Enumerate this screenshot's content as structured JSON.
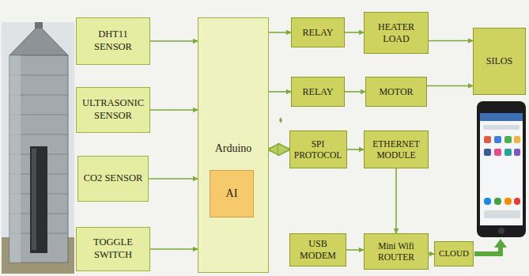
{
  "diagram": {
    "nodes": [
      {
        "text": [
          "DHT11 SENSOR"
        ]
      },
      {
        "text": [
          "ULTRASONIC SENSOR"
        ]
      },
      {
        "text": [
          "CO2 SENSOR"
        ]
      },
      {
        "text": [
          "TOGGLE SWITCH"
        ]
      },
      {
        "text": [
          "Arduino"
        ]
      },
      {
        "text": [
          "AI"
        ],
        "in": 4
      },
      {
        "text": [
          "RELAY"
        ]
      },
      {
        "text": [
          "HEATER LOAD"
        ]
      },
      {
        "text": [
          "SILOS"
        ]
      },
      {
        "text": [
          "RELAY"
        ]
      },
      {
        "text": [
          "MOTOR"
        ]
      },
      {
        "text": [
          "SPI PROTOCOL"
        ]
      },
      {
        "text": [
          "ETHERNET MODULE"
        ]
      },
      {
        "text": [
          "USB MODEM"
        ]
      },
      {
        "text": [
          "Mini Wifi ROUTER"
        ]
      },
      {
        "text": [
          "CLOUD"
        ]
      }
    ],
    "edges": [
      {
        "from": 0,
        "to": 4,
        "arrow": "to"
      },
      {
        "from": 1,
        "to": 4,
        "arrow": "to"
      },
      {
        "from": 2,
        "to": 4,
        "arrow": "to"
      },
      {
        "from": 3,
        "to": 4,
        "arrow": "to"
      },
      {
        "from": 4,
        "to": 6,
        "arrow": "to"
      },
      {
        "from": 6,
        "to": 7,
        "arrow": "to"
      },
      {
        "from": 7,
        "to": 8,
        "arrow": "to"
      },
      {
        "from": 4,
        "to": 9,
        "arrow": "to"
      },
      {
        "from": 9,
        "to": 10,
        "arrow": "to"
      },
      {
        "from": 10,
        "to": 8,
        "arrow": "to"
      },
      {
        "from": 4,
        "to": 11,
        "arrow": "both"
      },
      {
        "from": 11,
        "to": 12,
        "arrow": "to"
      },
      {
        "from": 12,
        "to": 14,
        "arrow": "to"
      },
      {
        "from": 13,
        "to": 14,
        "arrow": "to"
      },
      {
        "from": 14,
        "to": 15,
        "arrow": "to"
      }
    ]
  }
}
